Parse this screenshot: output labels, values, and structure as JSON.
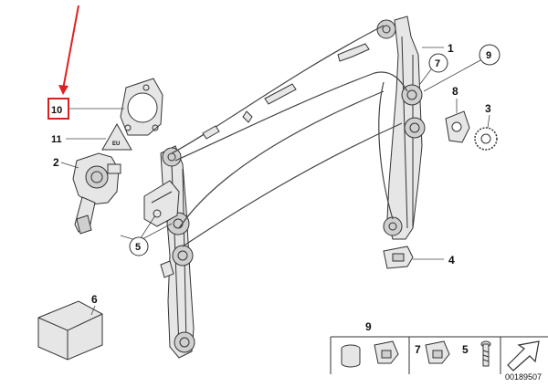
{
  "callouts": {
    "c1": "1",
    "c2": "2",
    "c3": "3",
    "c4": "4",
    "c5": "5",
    "c6": "6",
    "c7": "7",
    "c8": "8",
    "c9": "9",
    "c10": "10",
    "c11": "11"
  },
  "legend": {
    "item9": "9",
    "item7": "7",
    "item5": "5"
  },
  "warning_text": "EU",
  "reference_number": "00189507",
  "colors": {
    "highlight_box": "#d22222",
    "arrow": "#e01f1f",
    "line_art": "#333333"
  }
}
